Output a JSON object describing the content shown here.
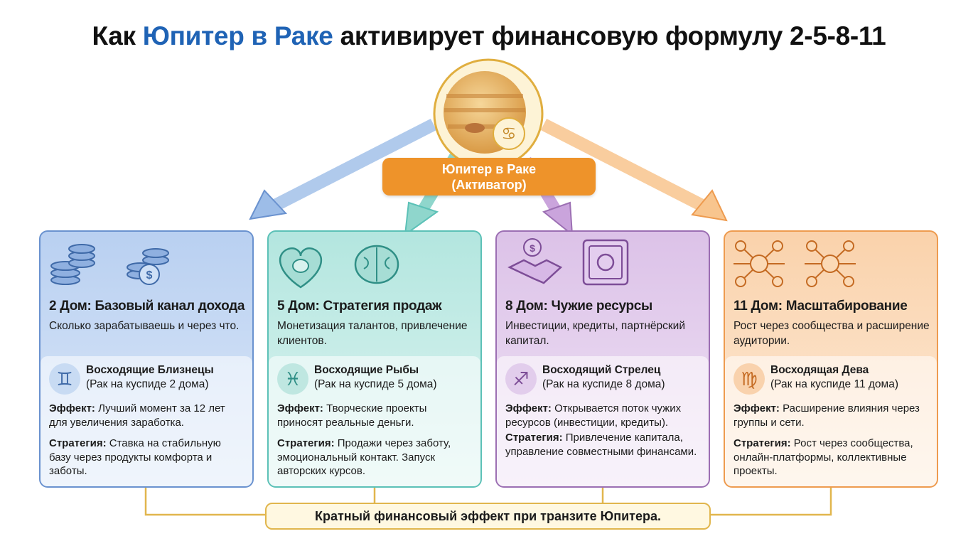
{
  "title": {
    "pre": "Как ",
    "highlight": "Юпитер в Раке",
    "post": " активирует финансовую формулу 2-5-8-11"
  },
  "center": {
    "line1": "Юпитер в Раке",
    "line2": "(Активатор)",
    "icon": "jupiter-cancer-icon"
  },
  "colors": {
    "accent": "#1f63b5",
    "orange": "#ee932a",
    "blue": "#6a92cf",
    "teal": "#5cc1b7",
    "purple": "#9c6fb3",
    "peach": "#ee9b4f"
  },
  "cards": [
    {
      "title": "2 Дом: Базовый канал дохода",
      "desc": "Сколько зарабатываешь и через что.",
      "sign": "Восходящие Близнецы",
      "cusp": "(Рак на куспиде 2 дома)",
      "effect_label": "Эффект:",
      "effect": " Лучший момент за 12 лет для увеличения заработка.",
      "strategy_label": "Стратегия:",
      "strategy": " Ставка на стабильную базу через продукты комфорта и заботы.",
      "icons": [
        "coins-stack-icon",
        "dollar-coins-icon",
        "gemini-icon"
      ]
    },
    {
      "title": "5 Дом: Стратегия продаж",
      "desc": "Монетизация талантов, привлечение клиентов.",
      "sign": "Восходящие Рыбы",
      "cusp": "(Рак на куспиде 5 дома)",
      "effect_label": "Эффект:",
      "effect": " Творческие проекты приносят реальные деньги.",
      "strategy_label": "Стратегия:",
      "strategy": " Продажи через заботу, эмоциональный контакт. Запуск авторских курсов.",
      "icons": [
        "heart-brain-icon",
        "brain-icon",
        "pisces-icon"
      ]
    },
    {
      "title": "8 Дом: Чужие ресурсы",
      "desc": "Инвестиции, кредиты, партнёрский капитал.",
      "sign": "Восходящий Стрелец",
      "cusp": "(Рак на куспиде 8 дома)",
      "effect_label": "Эффект:",
      "effect": " Открывается поток чужих ресурсов (инвестиции, кредиты).",
      "strategy_label": "Стратегия:",
      "strategy": " Привлечение капитала, управление совместными финансами.",
      "icons": [
        "handshake-dollar-icon",
        "safe-icon",
        "sagittarius-icon"
      ]
    },
    {
      "title": "11 Дом: Масштабирование",
      "desc": "Рост через сообщества и расширение аудитории.",
      "sign": "Восходящая Дева",
      "cusp": "(Рак на куспиде 11 дома)",
      "effect_label": "Эффект:",
      "effect": " Расширение влияния через группы и сети.",
      "strategy_label": "Стратегия:",
      "strategy": " Рост через сообщества, онлайн-платформы, коллективные проекты.",
      "icons": [
        "network-icon",
        "network-icon",
        "virgo-icon"
      ]
    }
  ],
  "bottom": "Кратный финансовый эффект при транзите Юпитера."
}
